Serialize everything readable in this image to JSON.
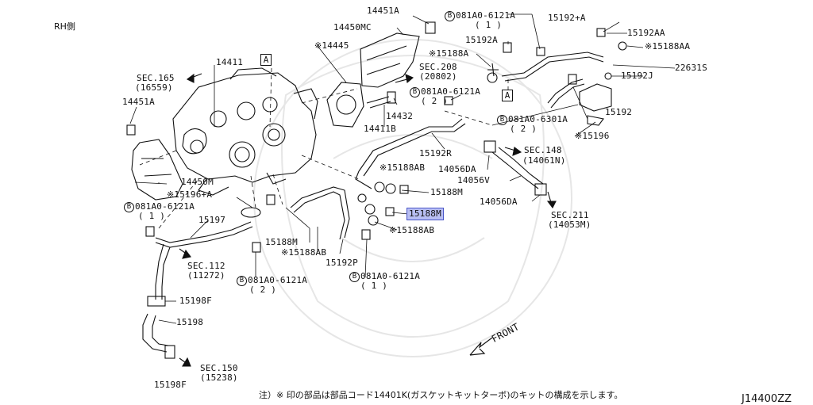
{
  "header": {
    "side": "RH側"
  },
  "footer": {
    "note": "注）※ 印の部品は部品コード14401K(ガスケットキットターボ)のキットの構成を示します。",
    "code": "J14400ZZ"
  },
  "front": "FRONT",
  "box_mark": "A",
  "bolt_mark": "B",
  "labels": {
    "p14451A_top": "14451A",
    "p14450MC": "14450MC",
    "p081_top_l1": "081A0-6121A",
    "p081_top_l2": "( 1 )",
    "p15192A_plus": "15192+A",
    "p15192AA": "15192AA",
    "p15192A": "15192A",
    "p15188AA": "※15188AA",
    "p14445": "※14445",
    "p15188A": "※15188A",
    "p14411": "14411",
    "pSEC165_a": "SEC.165",
    "pSEC165_b": "(16559)",
    "pSEC208_a": "SEC.208",
    "pSEC208_b": "(20802)",
    "p22631S": "22631S",
    "p15192J": "15192J",
    "p081_mid_l1": "081A0-6121A",
    "p081_mid_l2": "( 2 )",
    "p14451A_left": "14451A",
    "p14432": "14432",
    "p15192": "15192",
    "p14411B": "14411B",
    "p081_6301_l1": "081A0-6301A",
    "p081_6301_l2": "( 2 )",
    "p15196": "※15196",
    "p15192R": "15192R",
    "pSEC148_a": "SEC.148",
    "pSEC148_b": "(14061N)",
    "p15188AB_a": "※15188AB",
    "p14056DA_a": "14056DA",
    "p14056V": "14056V",
    "p14450M": "14450M",
    "p15196A": "※15196+A",
    "p15188M_a": "15188M",
    "p14056DA_b": "14056DA",
    "p081_left_l1": "081A0-6121A",
    "p081_left_l2": "( 1 )",
    "p15188M_hl": "15188M",
    "pSEC211_a": "SEC.211",
    "pSEC211_b": "(14053M)",
    "p15197": "15197",
    "p15188AB_b": "※15188AB",
    "p15188M_b": "15188M",
    "p15188AB_c": "※15188AB",
    "pSEC112_a": "SEC.112",
    "pSEC112_b": "(11272)",
    "p15192P": "15192P",
    "p081_bl_l1": "081A0-6121A",
    "p081_bl_l2": "( 2 )",
    "p081_br_l1": "081A0-6121A",
    "p081_br_l2": "( 1 )",
    "p15198F_a": "15198F",
    "p15198": "15198",
    "pSEC150_a": "SEC.150",
    "pSEC150_b": "(15238)",
    "p15198F_b": "15198F"
  }
}
